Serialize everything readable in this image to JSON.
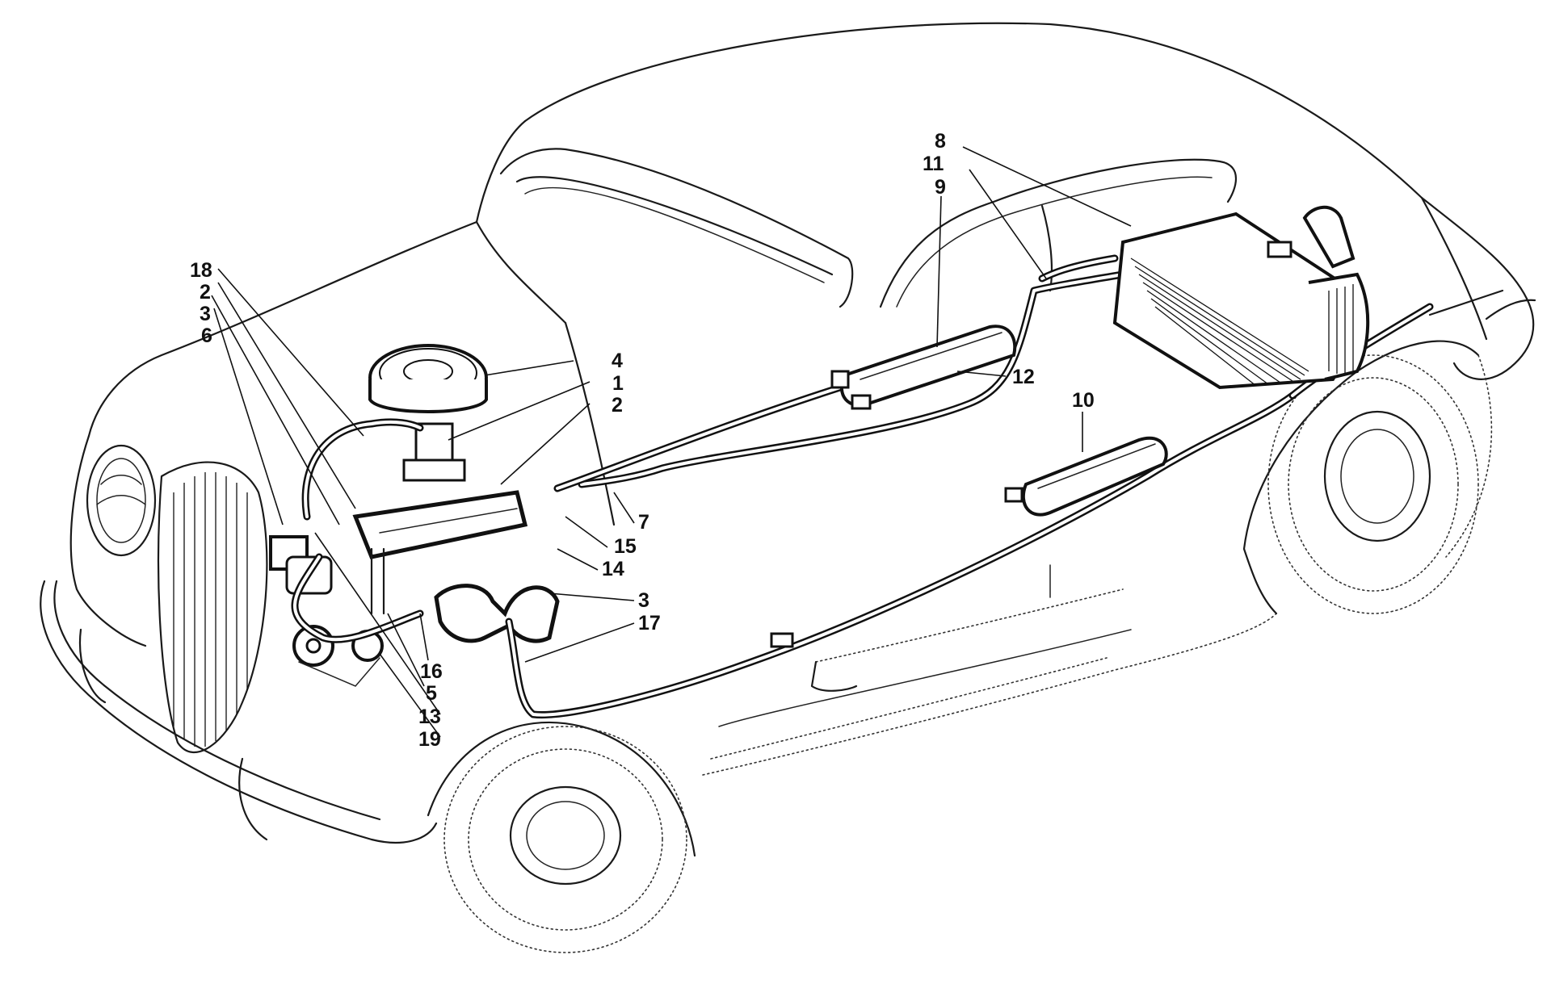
{
  "callouts": {
    "c18": "18",
    "c2a": "2",
    "c3a": "3",
    "c6": "6",
    "c4": "4",
    "c1": "1",
    "c2b": "2",
    "c8": "8",
    "c11": "11",
    "c9": "9",
    "c12": "12",
    "c10": "10",
    "c7": "7",
    "c15": "15",
    "c14": "14",
    "c3b": "3",
    "c17": "17",
    "c16": "16",
    "c5": "5",
    "c13": "13",
    "c19": "19"
  },
  "colors": {
    "ink": "#111111",
    "paper": "#ffffff"
  }
}
